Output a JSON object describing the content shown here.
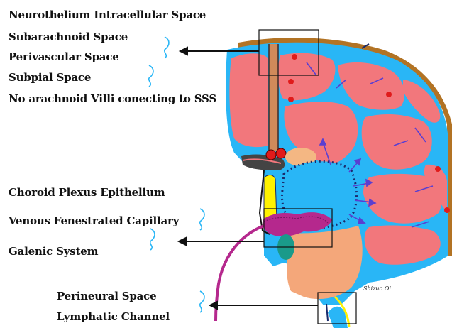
{
  "labels": {
    "neurothelium": "Neurothelium Intracellular Space",
    "subarachnoid": "Subarachnoid Space",
    "perivascular": "Perivascular Space",
    "subpial": "Subpial Space",
    "arachnoid_villi": "No arachnoid Villi conecting to SSS",
    "choroid": "Choroid Plexus Epithelium",
    "venous": "Venous Fenestrated Capillary",
    "galenic": "Galenic System",
    "perineural": "Perineural Space",
    "lymphatic": "Lymphatic Channel"
  },
  "signature": "Shizuo Oi",
  "colors": {
    "csf_blue": "#29B6F6",
    "brain_pink": "#F2777C",
    "brainstem_tan": "#F4A77A",
    "skull_brown": "#B27324",
    "vessel_red": "#E01B1B",
    "plexus_magenta": "#B5288D",
    "arrow_purple": "#5A3FD1",
    "dark_navy": "#1A2A6C",
    "yellow": "#FFF200",
    "teal": "#1A9A8A"
  }
}
